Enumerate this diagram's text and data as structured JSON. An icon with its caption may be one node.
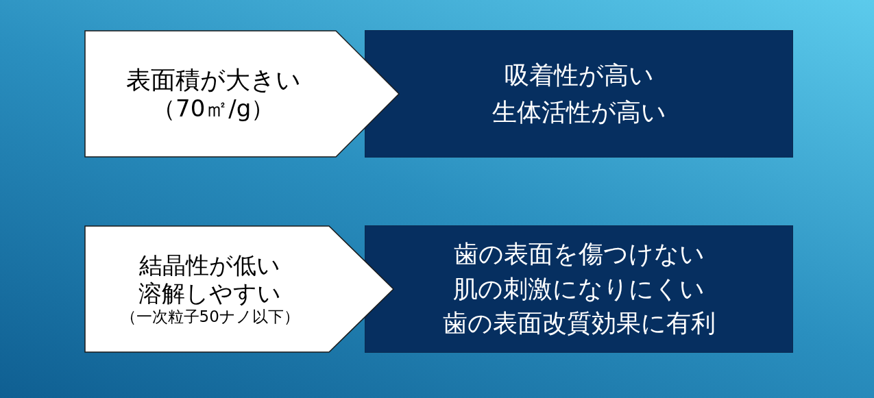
{
  "diagram": {
    "nodes": [
      {
        "text": [
          "表面積が大きい",
          "（70㎡/g）"
        ]
      },
      {
        "text": [
          "吸着性が高い",
          "生体活性が高い"
        ]
      },
      {
        "text": [
          "結晶性が低い",
          "溶解しやすい",
          "（一次粒子50ナノ以下）"
        ]
      },
      {
        "text": [
          "歯の表面を傷つけない",
          "肌の刺激になりにくい",
          "歯の表面改質効果に有利"
        ]
      }
    ]
  }
}
